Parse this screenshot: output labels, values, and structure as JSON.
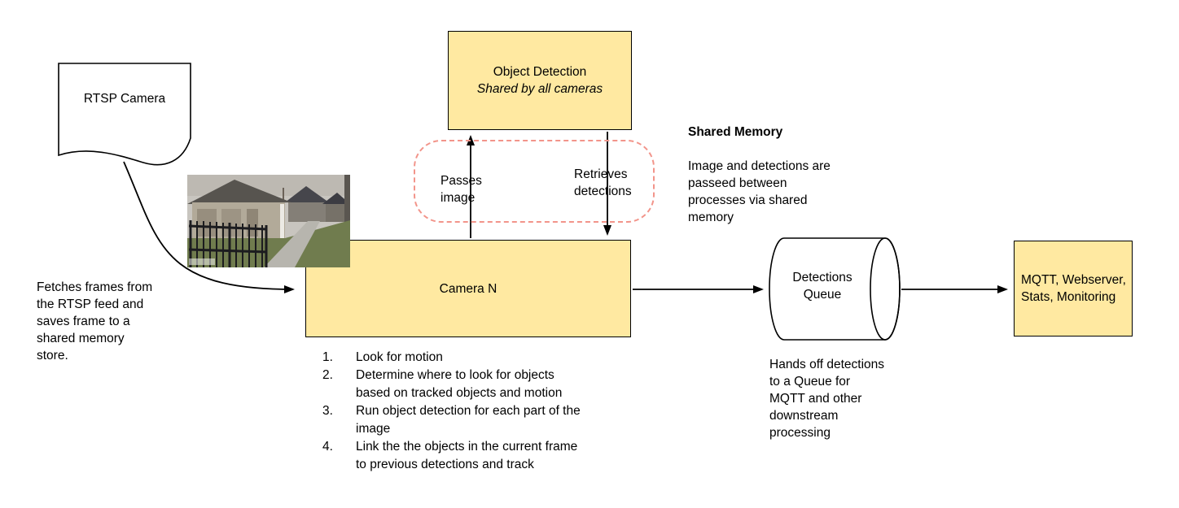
{
  "diagram": {
    "background": "#FFFFFF",
    "node_fill": "#FFE9A1",
    "node_border": "#000000",
    "shared_memory_frame_color": "#F2948A",
    "arrow_color": "#000000"
  },
  "nodes": {
    "rtsp_camera": {
      "label": "RTSP Camera"
    },
    "object_detection": {
      "title": "Object Detection",
      "subtitle": "Shared by all cameras"
    },
    "camera_n": {
      "label": "Camera N"
    },
    "detections_queue": {
      "label": "Detections\nQueue"
    },
    "outputs": {
      "label": "MQTT, Webserver,\nStats, Monitoring"
    }
  },
  "edges": {
    "passes_image_label": "Passes\nimage",
    "retrieves_detections_label": "Retrieves\ndetections"
  },
  "notes": {
    "fetch_note": "Fetches frames from\nthe RTSP feed and\nsaves frame to a\nshared memory\nstore.",
    "shared_memory_title": "Shared Memory",
    "shared_memory_body": "Image and detections are\npasseed between\nprocesses via shared\nmemory",
    "queue_note": "Hands off detections\nto a Queue for\nMQTT and other\ndownstream\nprocessing"
  },
  "camera_steps": [
    "Look for motion",
    "Determine where to look for objects\nbased on tracked objects and motion",
    "Run object detection for each part of the\nimage",
    "Link the the objects in the current frame\nto previous detections and track"
  ]
}
